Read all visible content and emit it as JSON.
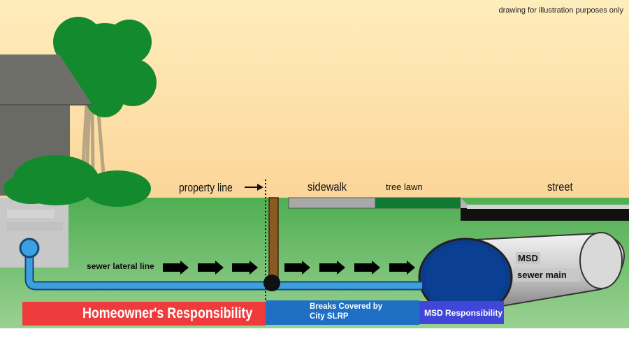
{
  "disclaimer": "drawing for illustration purposes only",
  "labels": {
    "property_line": "property line",
    "sidewalk": "sidewalk",
    "tree_lawn": "tree lawn",
    "street": "street",
    "sewer_lateral_line": "sewer lateral line",
    "msd": "MSD",
    "sewer_main": "sewer main"
  },
  "responsibility": {
    "homeowner": "Homeowner's Responsibility",
    "slrp": "Breaks Covered by City SLRP",
    "msd": "MSD Responsibility"
  },
  "colors": {
    "sky_top": "#ffe9b0",
    "sky_bottom": "#fbd79a",
    "grass": "#5fb55c",
    "pipe": "#3c9fe0",
    "sewer_main": "#0b3c8c",
    "homeowner_band": "#ef3b3b",
    "slrp_band": "#1f6fc4",
    "msd_band": "#4046d8"
  }
}
